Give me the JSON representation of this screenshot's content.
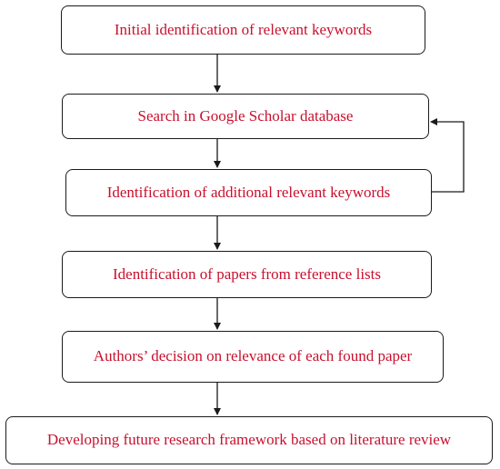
{
  "diagram": {
    "steps": [
      "Initial identification of relevant keywords",
      "Search in Google Scholar database",
      "Identification of additional relevant keywords",
      "Identification of papers from reference lists",
      "Authors’ decision on relevance of each found paper",
      "Developing future research framework based on literature review"
    ],
    "colors": {
      "text": "#c8102e",
      "border": "#1a1a1a",
      "arrow": "#1a1a1a"
    }
  }
}
